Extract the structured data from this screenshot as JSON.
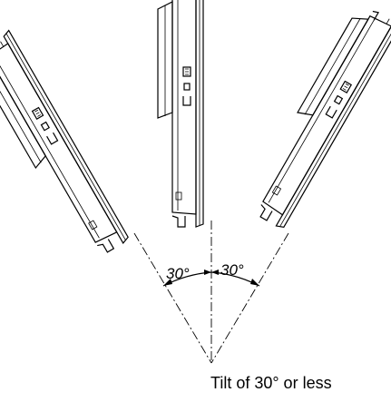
{
  "diagram": {
    "left_angle_label": "30°",
    "right_angle_label": "30°",
    "caption": "Tilt of 30° or less"
  }
}
